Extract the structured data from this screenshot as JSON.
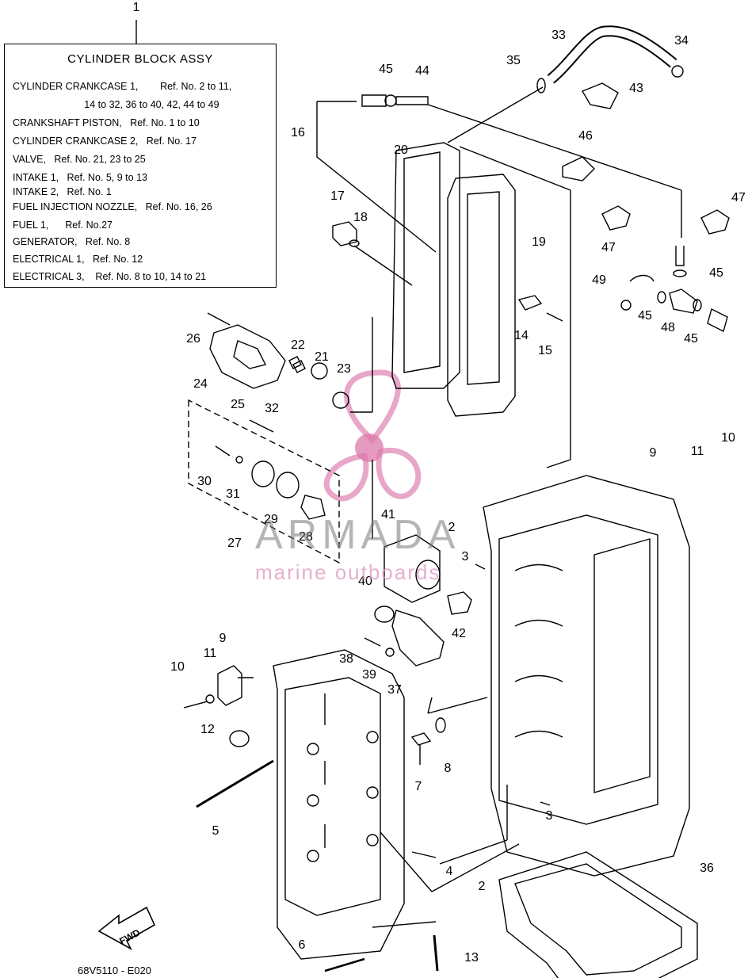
{
  "legend": {
    "title": "CYLINDER BLOCK ASSY",
    "lines": [
      "CYLINDER CRANKCASE 1,        Ref. No. 2 to 11,",
      "                          14 to 32, 36 to 40, 42, 44 to 49",
      "CRANKSHAFT PISTON,   Ref. No. 1 to 10",
      "CYLINDER CRANKCASE 2,   Ref. No. 17",
      "VALVE,   Ref. No. 21, 23 to 25",
      "INTAKE 1,   Ref. No. 5, 9 to 13",
      "INTAKE 2,   Ref. No. 1",
      "FUEL INJECTION NOZZLE,   Ref. No. 16, 26",
      "FUEL 1,      Ref. No.27",
      "GENERATOR,   Ref. No. 8",
      "ELECTRICAL 1,   Ref. No. 12",
      "ELECTRICAL 3,    Ref. No. 8 to 10, 14 to 21"
    ]
  },
  "callouts": [
    "1",
    "33",
    "34",
    "35",
    "45",
    "44",
    "43",
    "16",
    "20",
    "46",
    "47",
    "47",
    "17",
    "18",
    "19",
    "45",
    "49",
    "45",
    "48",
    "45",
    "14",
    "15",
    "26",
    "22",
    "21",
    "23",
    "24",
    "25",
    "32",
    "9",
    "11",
    "10",
    "30",
    "31",
    "29",
    "28",
    "41",
    "2",
    "3",
    "27",
    "40",
    "42",
    "38",
    "39",
    "37",
    "9",
    "11",
    "10",
    "12",
    "5",
    "7",
    "8",
    "3",
    "4",
    "2",
    "36",
    "6",
    "13"
  ],
  "watermark": {
    "brand": "ARMADA",
    "tagline": "marine outboards"
  },
  "fwd_label": "FWD",
  "footer_code": "68V5110 - E020"
}
